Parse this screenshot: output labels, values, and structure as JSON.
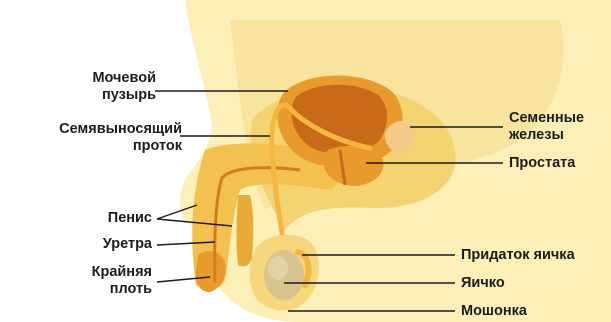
{
  "labels": {
    "bladder": [
      "Мочевой",
      "пузырь"
    ],
    "vas_deferens": [
      "Семявыносящий",
      "проток"
    ],
    "penis": "Пенис",
    "urethra": "Уретра",
    "foreskin": [
      "Крайняя",
      "плоть"
    ],
    "seminal_vesicles": [
      "Семенные",
      "железы"
    ],
    "prostate": "Простата",
    "epididymis": "Придаток яичка",
    "testicle": "Яичко",
    "scrotum": "Мошонка"
  },
  "colors": {
    "body_light": "#fcefb8",
    "body_mid": "#f6da86",
    "body_deep": "#f3c85a",
    "organ_orange": "#e89a2a",
    "organ_dark": "#c9691a",
    "organ_light": "#f5b640",
    "testis": "#d8c48f",
    "line": "#1c1c1c"
  }
}
